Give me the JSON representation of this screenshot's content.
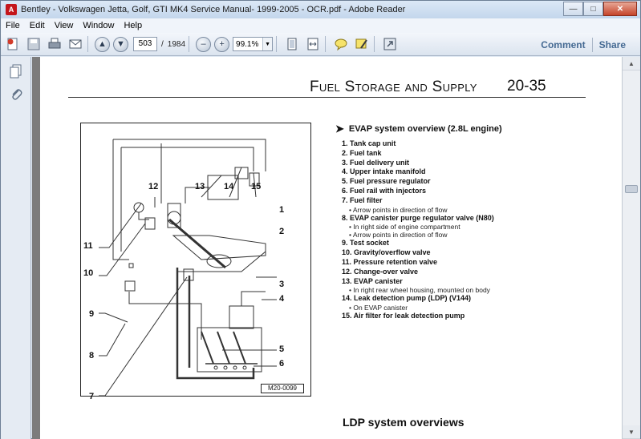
{
  "window": {
    "title": "Bentley - Volkswagen Jetta, Golf, GTI  MK4 Service Manual- 1999-2005 - OCR.pdf - Adobe Reader",
    "app_icon": "adobe-reader-icon"
  },
  "menu": [
    "File",
    "Edit",
    "View",
    "Window",
    "Help"
  ],
  "toolbar": {
    "page_current": "503",
    "page_separator": "/",
    "page_total": "1984",
    "zoom": "99.1%",
    "comment_label": "Comment",
    "share_label": "Share"
  },
  "page": {
    "header_title": "Fuel Storage and Supply",
    "header_number": "20-35",
    "figure_id": "M20-0099",
    "diagram_labels": [
      "1",
      "2",
      "3",
      "4",
      "5",
      "6",
      "7",
      "8",
      "9",
      "10",
      "11",
      "12",
      "13",
      "14",
      "15"
    ],
    "overview_title": "EVAP system overview (2.8L engine)",
    "items": [
      {
        "text": "1. Tank cap unit",
        "subs": []
      },
      {
        "text": "2. Fuel tank",
        "subs": []
      },
      {
        "text": "3. Fuel delivery unit",
        "subs": []
      },
      {
        "text": "4. Upper intake manifold",
        "subs": []
      },
      {
        "text": "5. Fuel pressure regulator",
        "subs": []
      },
      {
        "text": "6. Fuel rail with injectors",
        "subs": []
      },
      {
        "text": "7. Fuel filter",
        "subs": [
          "• Arrow points in direction of flow"
        ]
      },
      {
        "text": "8. EVAP canister purge regulator valve (N80)",
        "subs": [
          "• In right side of engine compartment",
          "• Arrow points in direction of flow"
        ]
      },
      {
        "text": "9. Test socket",
        "subs": []
      },
      {
        "text": "10. Gravity/overflow valve",
        "subs": []
      },
      {
        "text": "11. Pressure retention valve",
        "subs": []
      },
      {
        "text": "12. Change-over valve",
        "subs": []
      },
      {
        "text": "13. EVAP canister",
        "subs": [
          "• In right rear wheel housing, mounted on body"
        ]
      },
      {
        "text": "14. Leak detection pump (LDP) (V144)",
        "subs": [
          "• On EVAP canister"
        ]
      },
      {
        "text": "15. Air filter for leak detection pump",
        "subs": []
      }
    ],
    "next_section_title": "LDP system overviews"
  },
  "colors": {
    "accent": "#456a93",
    "close_button": "#c5442a"
  }
}
